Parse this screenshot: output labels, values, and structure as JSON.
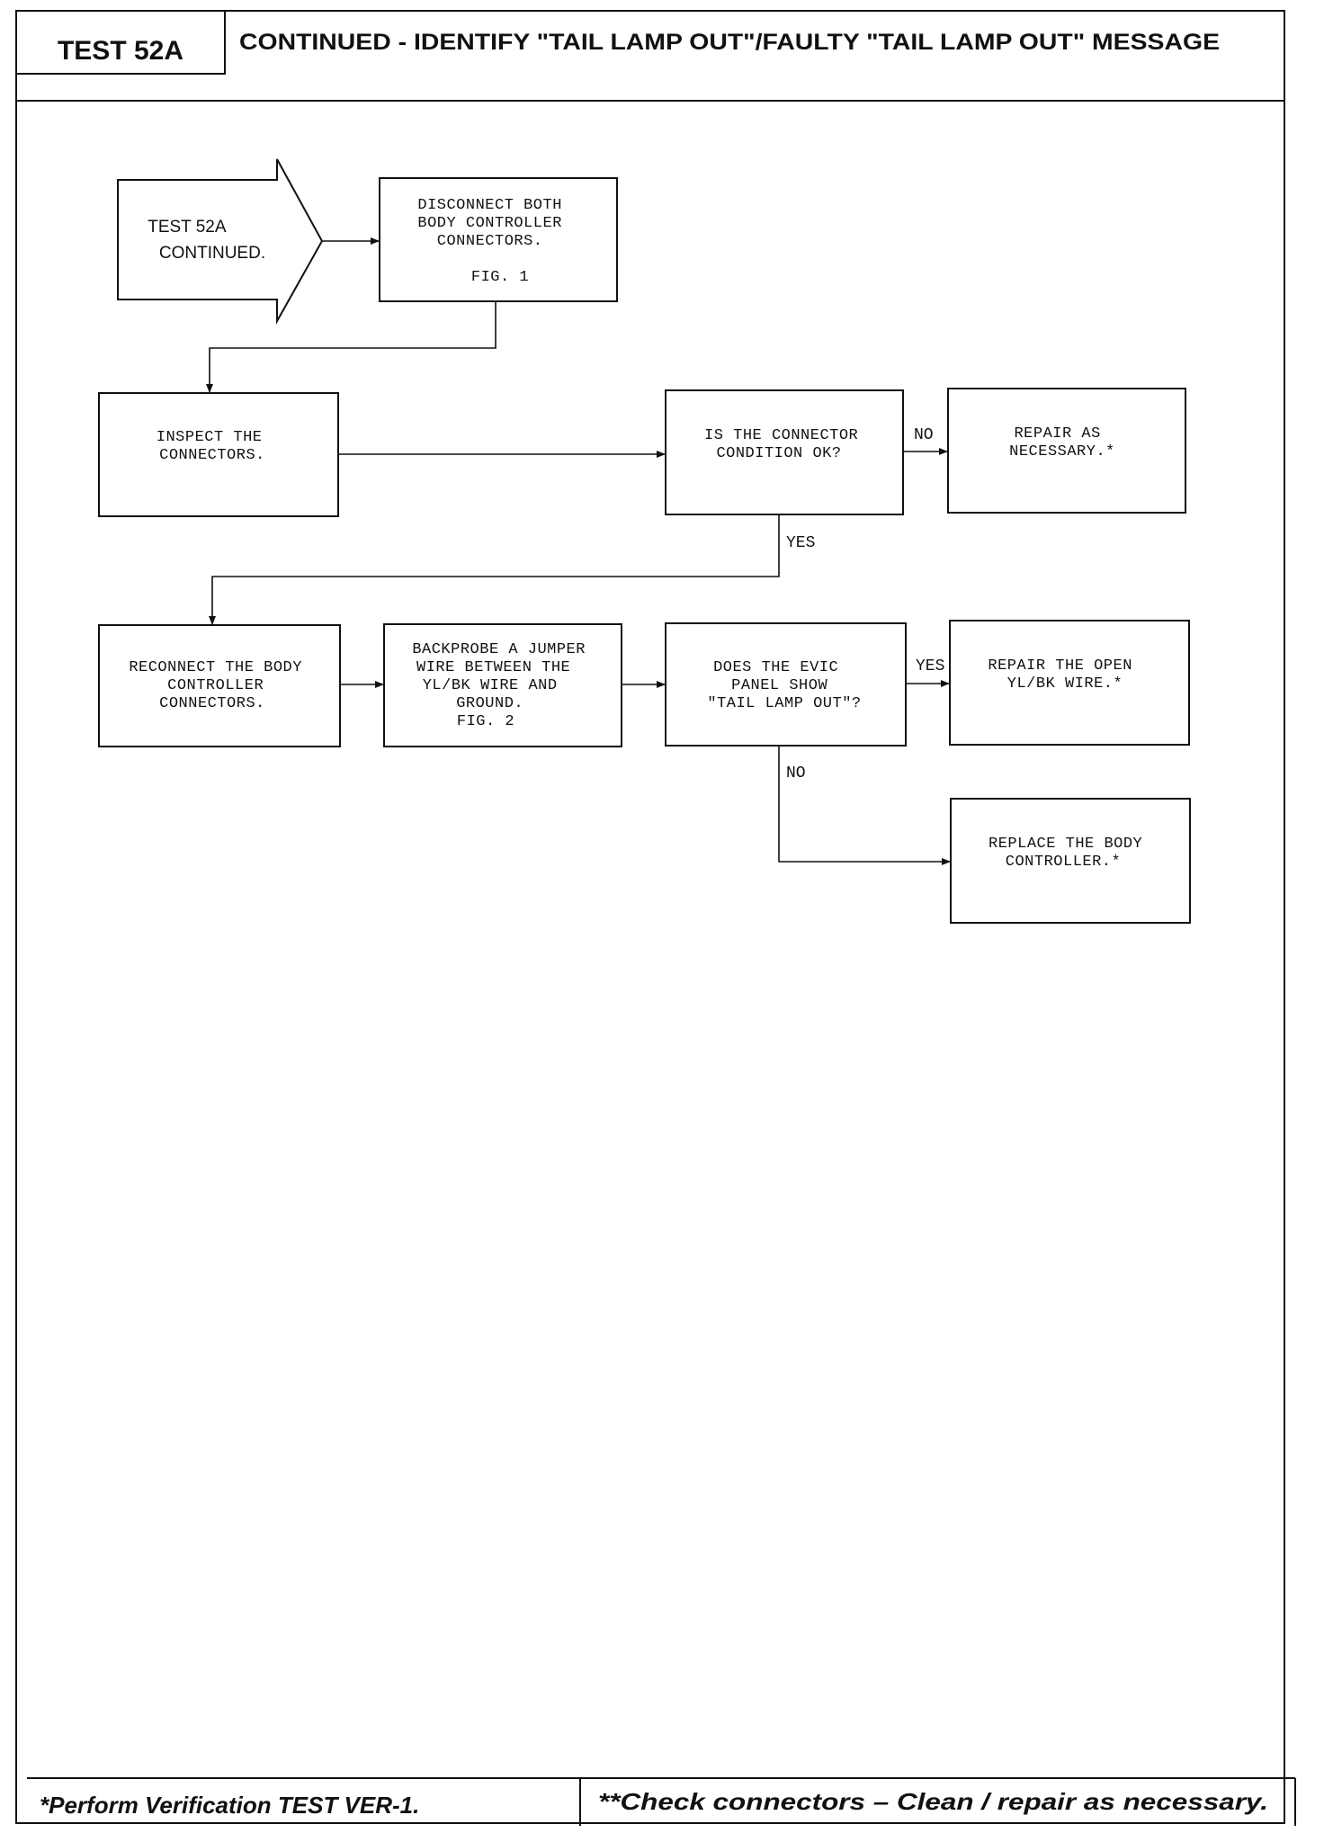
{
  "header": {
    "test_id": "TEST 52A",
    "title": "CONTINUED - IDENTIFY \"TAIL LAMP OUT\"/FAULTY \"TAIL LAMP OUT\" MESSAGE"
  },
  "flow": {
    "start": [
      "TEST 52A",
      "CONTINUED."
    ],
    "disconnect": [
      "DISCONNECT BOTH",
      "BODY CONTROLLER",
      "CONNECTORS.",
      "",
      "FIG. 1"
    ],
    "inspect": [
      "INSPECT THE",
      "CONNECTORS."
    ],
    "q_condition": [
      "IS THE CONNECTOR",
      "CONDITION OK?"
    ],
    "repair_necessary": [
      "REPAIR AS",
      "NECESSARY.*"
    ],
    "reconnect": [
      "RECONNECT THE BODY",
      "CONTROLLER",
      "CONNECTORS."
    ],
    "backprobe": [
      "BACKPROBE A JUMPER",
      "WIRE BETWEEN THE",
      "YL/BK WIRE AND",
      "GROUND.",
      "FIG. 2"
    ],
    "q_evic": [
      "DOES THE EVIC",
      "PANEL SHOW",
      "\"TAIL LAMP OUT\"?"
    ],
    "repair_open": [
      "REPAIR THE OPEN",
      "YL/BK WIRE.*"
    ],
    "replace": [
      "REPLACE THE BODY",
      "CONTROLLER.*"
    ],
    "labels": {
      "no_condition": "NO",
      "yes_condition": "YES",
      "yes_evic": "YES",
      "no_evic": "NO"
    }
  },
  "footer": {
    "left": "*Perform Verification TEST VER-1.",
    "right": "**Check connectors – Clean / repair as necessary."
  }
}
